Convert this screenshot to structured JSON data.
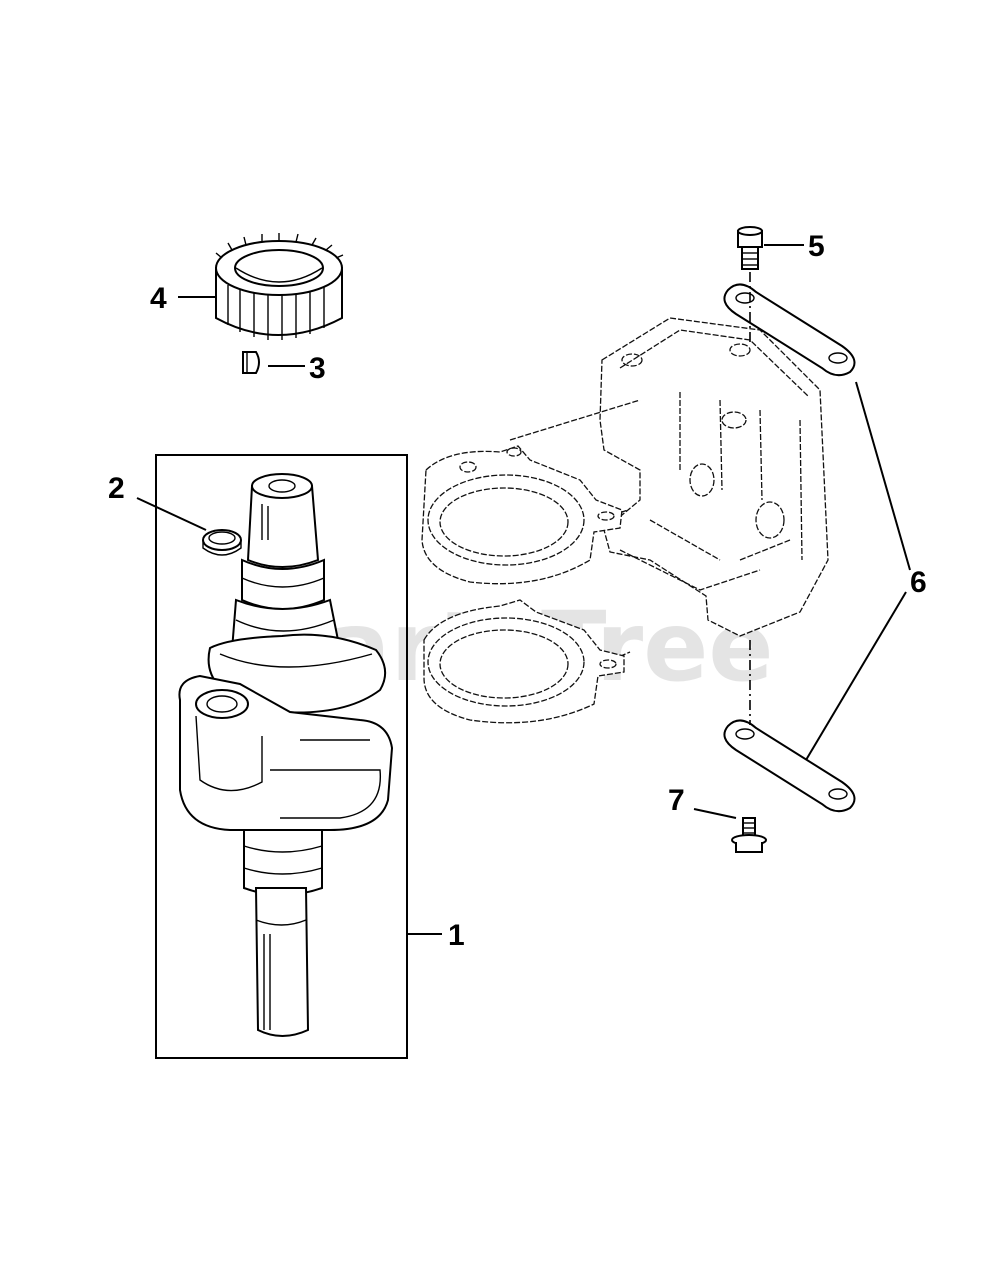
{
  "callouts": {
    "c1": "1",
    "c2": "2",
    "c3": "3",
    "c4": "4",
    "c5": "5",
    "c6": "6",
    "c7": "7"
  },
  "watermark": "PartsTree",
  "colors": {
    "line": "#000000",
    "background": "#ffffff",
    "watermark": "#cfcfcf"
  }
}
